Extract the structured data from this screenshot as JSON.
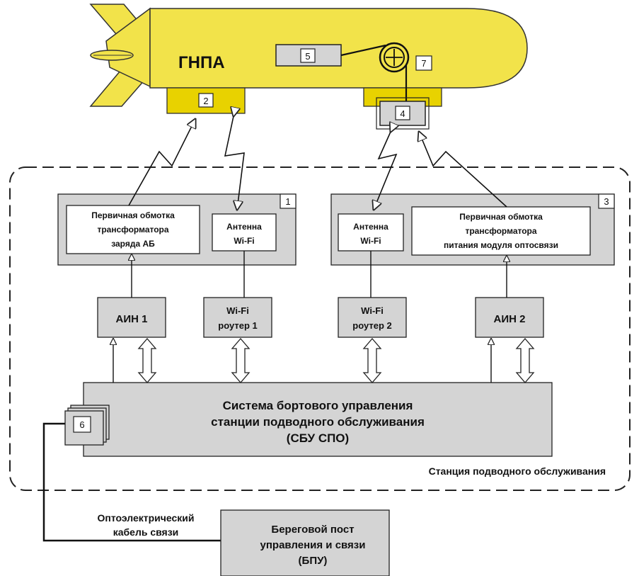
{
  "vehicle": {
    "label": "ГНПА"
  },
  "markers": {
    "m1": "1",
    "m2": "2",
    "m3": "3",
    "m4": "4",
    "m5": "5",
    "m6": "6",
    "m7": "7"
  },
  "panel1": {
    "coil_lines": [
      "Первичная обмотка",
      "трансформатора",
      "заряда АБ"
    ],
    "antenna_lines": [
      "Антенна",
      "Wi-Fi"
    ]
  },
  "panel3": {
    "antenna_lines": [
      "Антенна",
      "Wi-Fi"
    ],
    "coil_lines": [
      "Первичная обмотка",
      "трансформатора",
      "питания модуля оптосвязи"
    ]
  },
  "blocks": {
    "ain1": "АИН 1",
    "router1": [
      "Wi-Fi",
      "роутер 1"
    ],
    "router2": [
      "Wi-Fi",
      "роутер 2"
    ],
    "ain2": "АИН 2"
  },
  "sbu": {
    "lines": [
      "Система бортового управления",
      "станции подводного обслуживания",
      "(СБУ СПО)"
    ]
  },
  "station_label": "Станция подводного обслуживания",
  "cable_label": [
    "Оптоэлектрический",
    "кабель связи"
  ],
  "shore": {
    "lines": [
      "Береговой пост",
      "управления и связи",
      "(БПУ)"
    ]
  }
}
